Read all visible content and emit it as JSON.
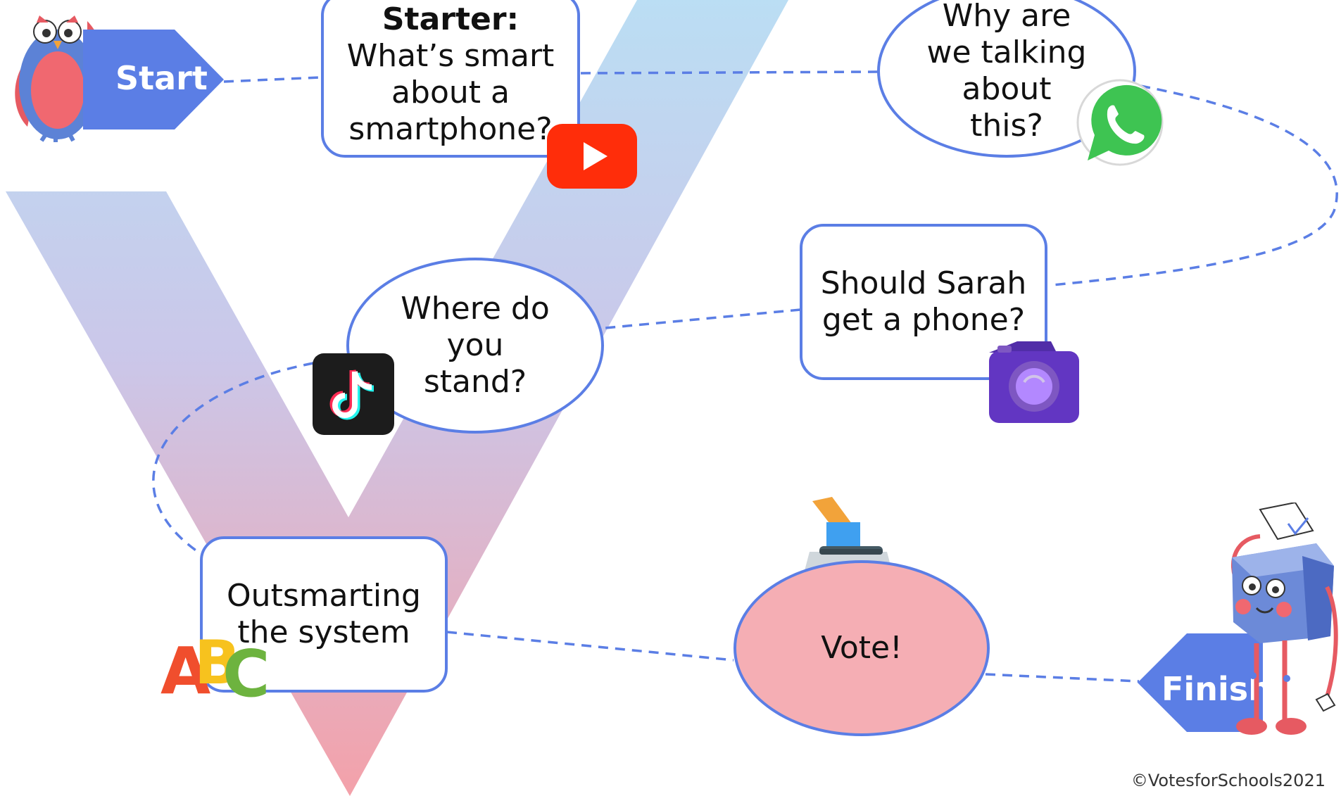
{
  "steps": {
    "start_label": "Start",
    "starter_bold": "Starter:",
    "starter_text": " What’s smart about a smartphone?",
    "why": "Why are we talking about this?",
    "sarah": "Should Sarah get a phone?",
    "stand": "Where do you stand?",
    "outsmart": "Outsmarting the system",
    "vote": "Vote!",
    "finish_label": "Finish",
    "abc_letters": [
      "A",
      "B",
      "C"
    ]
  },
  "footer": {
    "copyright": "©VotesforSchools2021"
  },
  "colors": {
    "box_border": "#5b7ee5",
    "arrow_fill": "#5b7ee5",
    "vote_fill": "#f5aeb4",
    "dash": "#5b7ee5",
    "v_top": "#aac8f0",
    "v_bottom": "#f09aa3"
  },
  "icons": [
    "owl-mascot-icon",
    "youtube-icon",
    "whatsapp-icon",
    "camera-icon",
    "tiktok-icon",
    "abc-blocks-icon",
    "ballot-box-icon",
    "ballot-box-mascot-icon"
  ]
}
